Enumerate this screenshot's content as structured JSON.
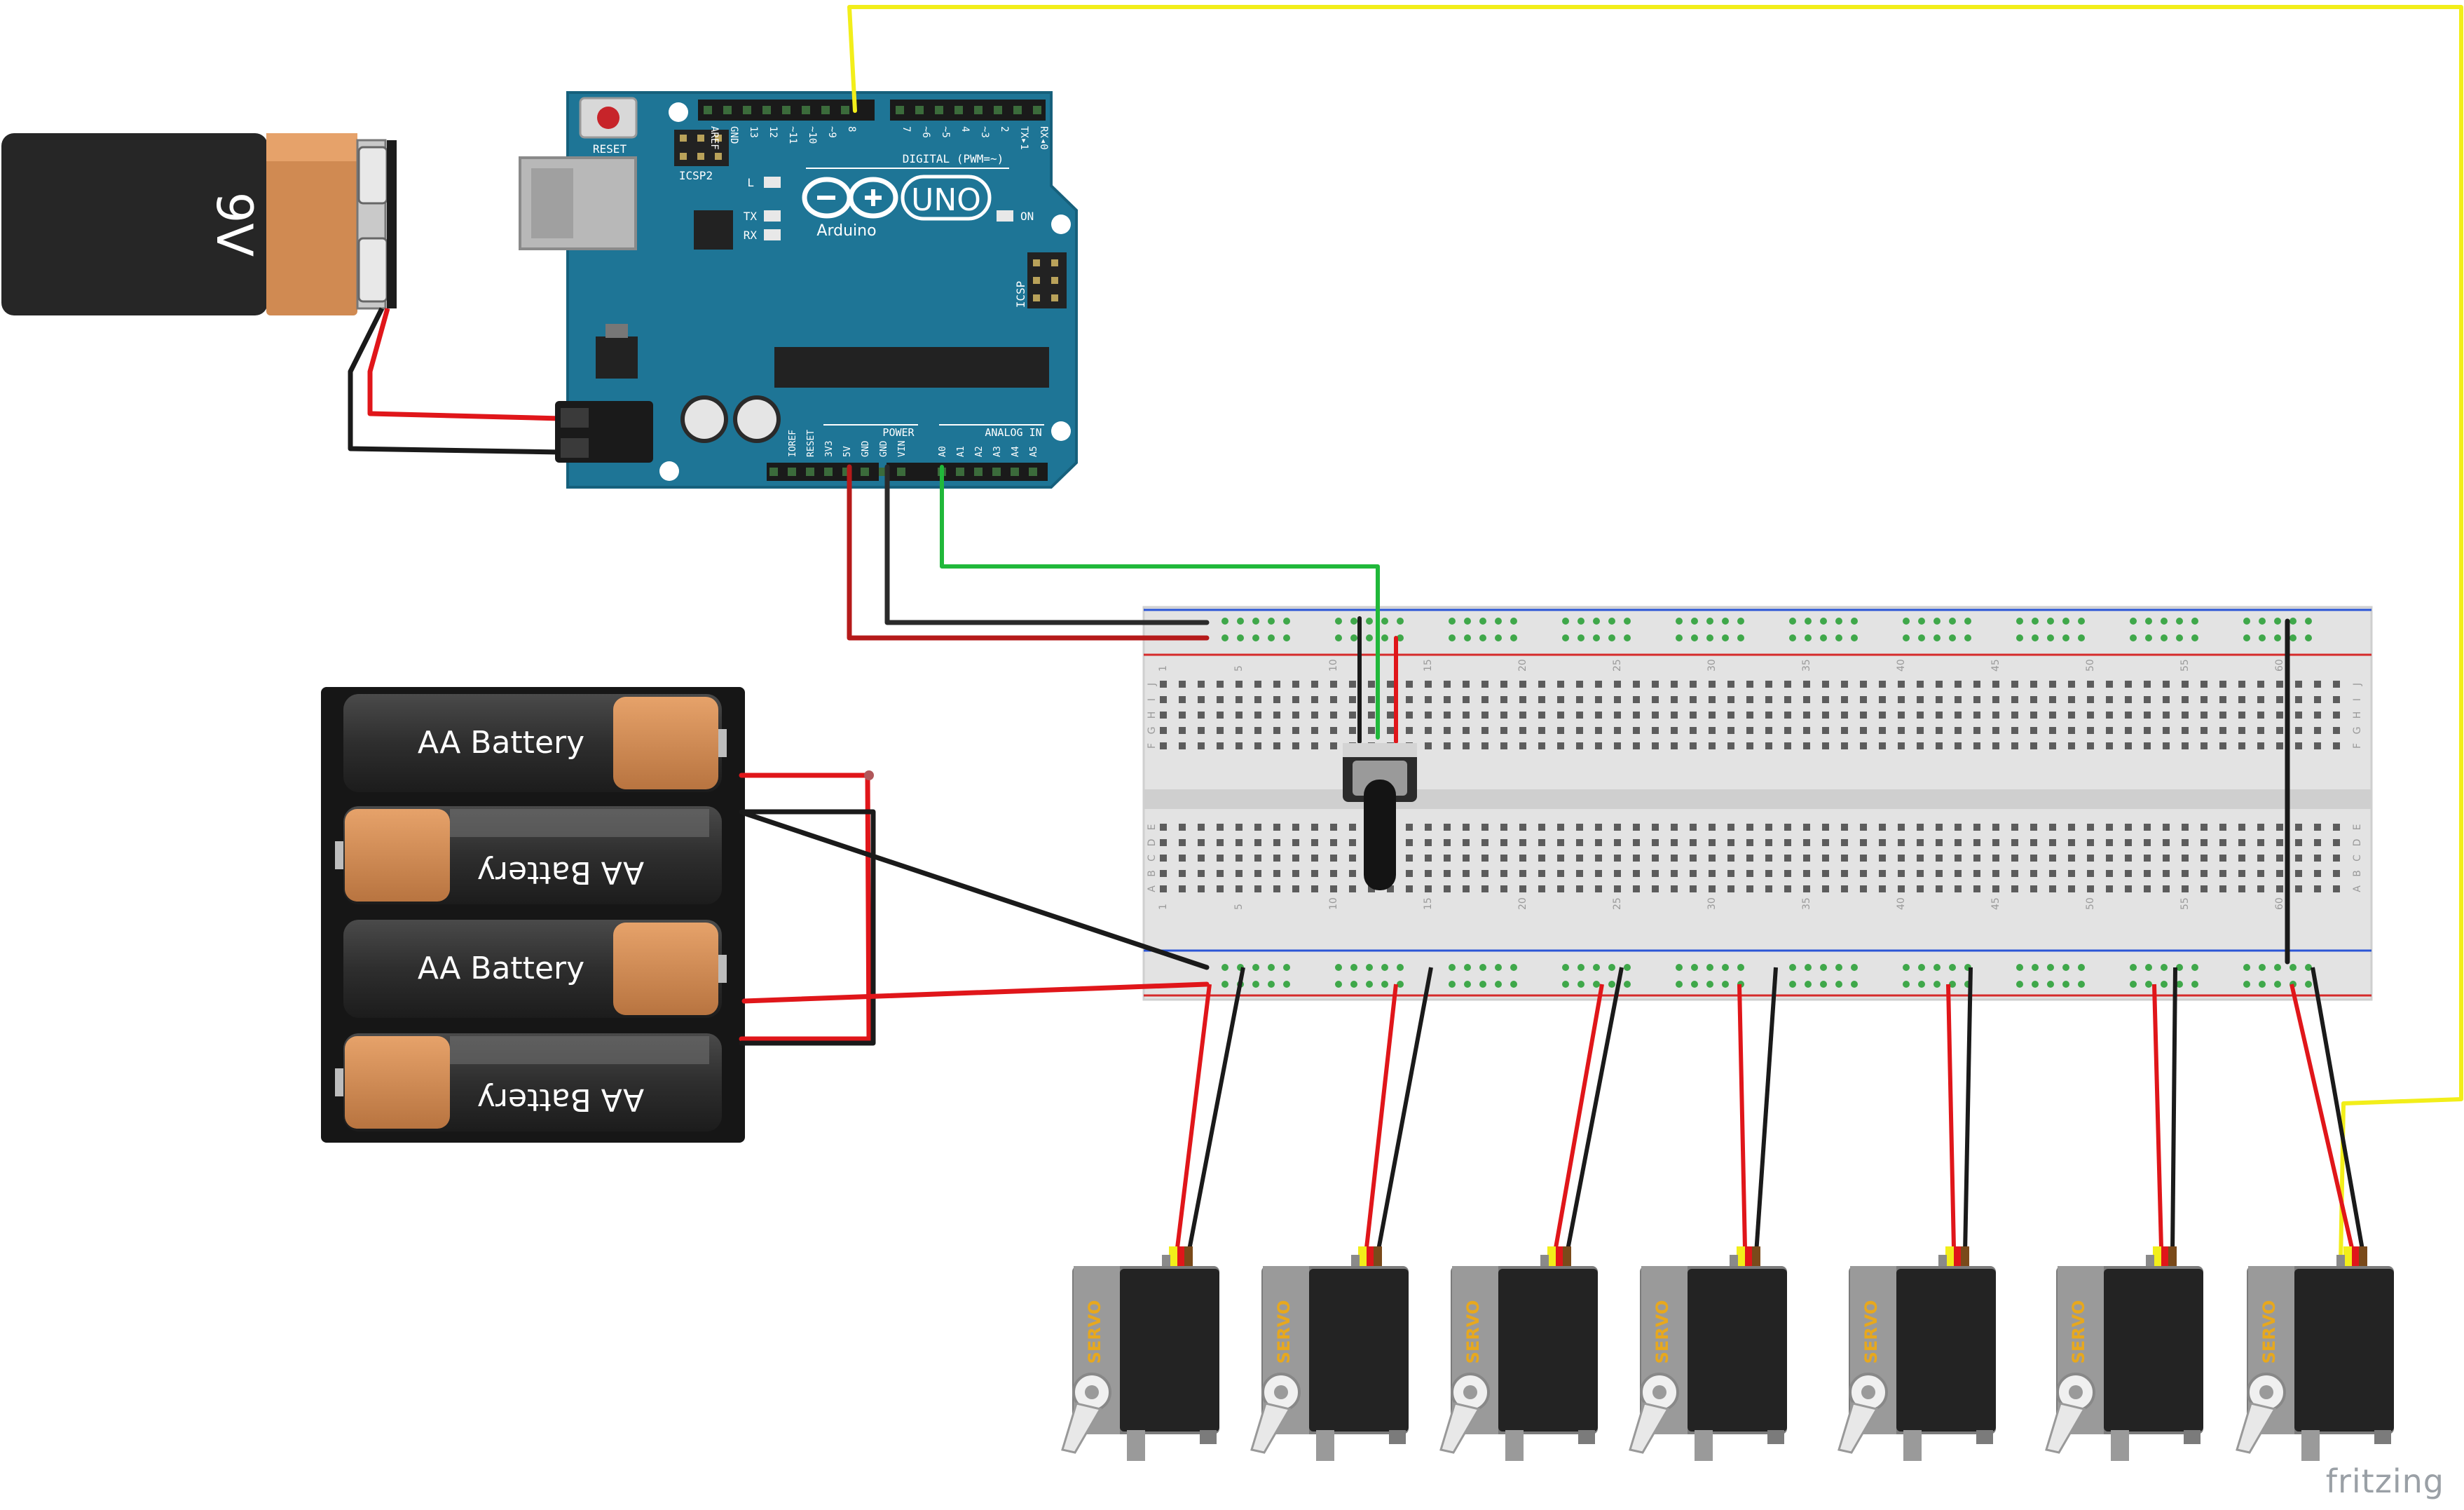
{
  "battery_9v": {
    "label": "9V"
  },
  "arduino": {
    "brand": "Arduino",
    "model": "UNO",
    "reset_label": "RESET",
    "icsp2_label": "ICSP2",
    "icsp_label": "ICSP",
    "led_l": "L",
    "led_tx": "TX",
    "led_rx": "RX",
    "led_on": "ON",
    "digital_label": "DIGITAL (PWM=~)",
    "power_label": "POWER",
    "analog_label": "ANALOG IN",
    "digital_pins_left": [
      "AREF",
      "GND",
      "13",
      "12",
      "~11",
      "~10",
      "~9",
      "8"
    ],
    "digital_pins_right": [
      "7",
      "~6",
      "~5",
      "4",
      "~3",
      "2",
      "TX▸1",
      "RX◂0"
    ],
    "power_pins": [
      "IOREF",
      "RESET",
      "3V3",
      "5V",
      "GND",
      "GND",
      "VIN"
    ],
    "analog_pins": [
      "A0",
      "A1",
      "A2",
      "A3",
      "A4",
      "A5"
    ]
  },
  "aa_pack": {
    "cells": [
      "AA Battery",
      "AA Battery",
      "AA Battery",
      "AA Battery"
    ]
  },
  "breadboard": {
    "column_numbers": [
      "1",
      "5",
      "10",
      "15",
      "20",
      "25",
      "30",
      "35",
      "40",
      "45",
      "50",
      "55",
      "60"
    ],
    "row_letters_top": [
      "J",
      "I",
      "H",
      "G",
      "F"
    ],
    "row_letters_bottom": [
      "E",
      "D",
      "C",
      "B",
      "A"
    ]
  },
  "servos": {
    "label": "SERVO",
    "count": 7
  },
  "watermark": "fritzing",
  "colors": {
    "arduino_board": "#1e7596",
    "wire_red": "#e0161a",
    "wire_black": "#1a1a1a",
    "wire_green": "#20b83a",
    "wire_yellow": "#f2ee1a",
    "battery_copper": "#d08a52",
    "breadboard": "#e3e3e3"
  }
}
